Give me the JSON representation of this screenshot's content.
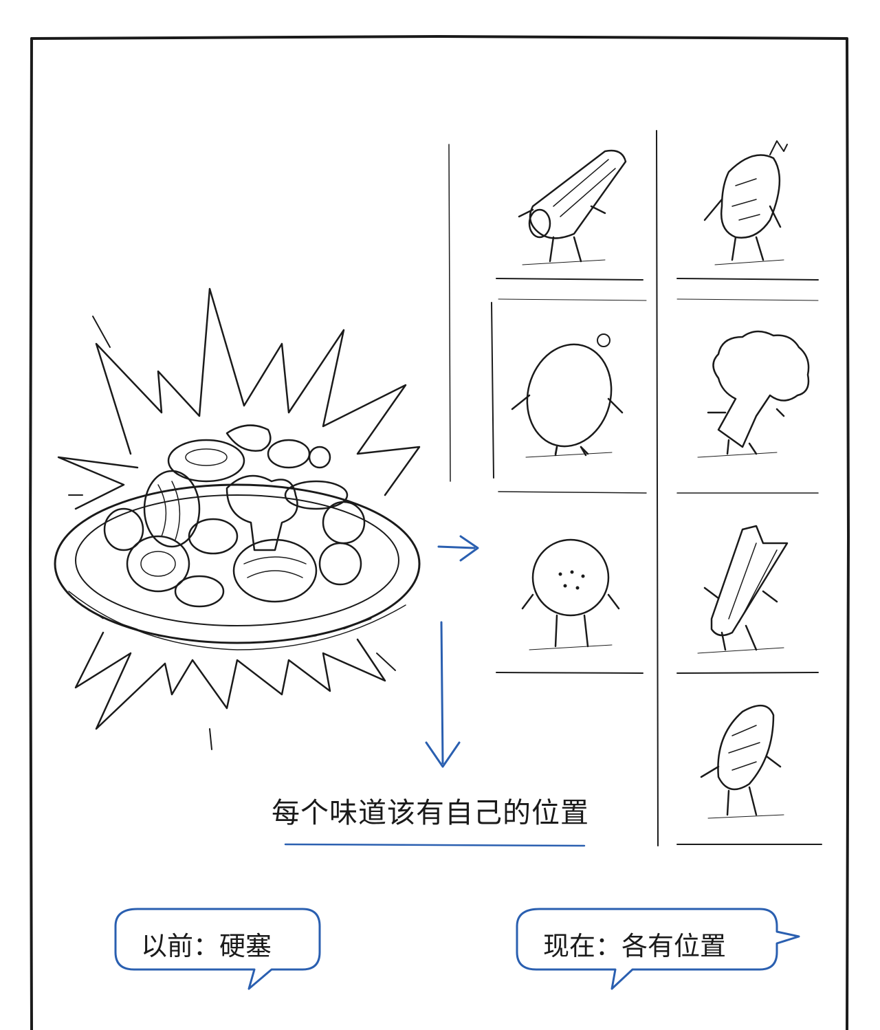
{
  "caption": "每个味道该有自己的位置",
  "bubbles": {
    "before": "以前：硬塞",
    "now": "现在：各有位置"
  },
  "colors": {
    "ink": "#1a1a1a",
    "accent": "#2a5fb0",
    "background": "#ffffff"
  },
  "icons": {
    "dish": "overflowing-salad-plate",
    "vegetables": [
      "zucchini-character",
      "carrot-character",
      "potato-character",
      "broccoli-character",
      "meatball-character",
      "celery-character",
      "bread-character"
    ]
  }
}
